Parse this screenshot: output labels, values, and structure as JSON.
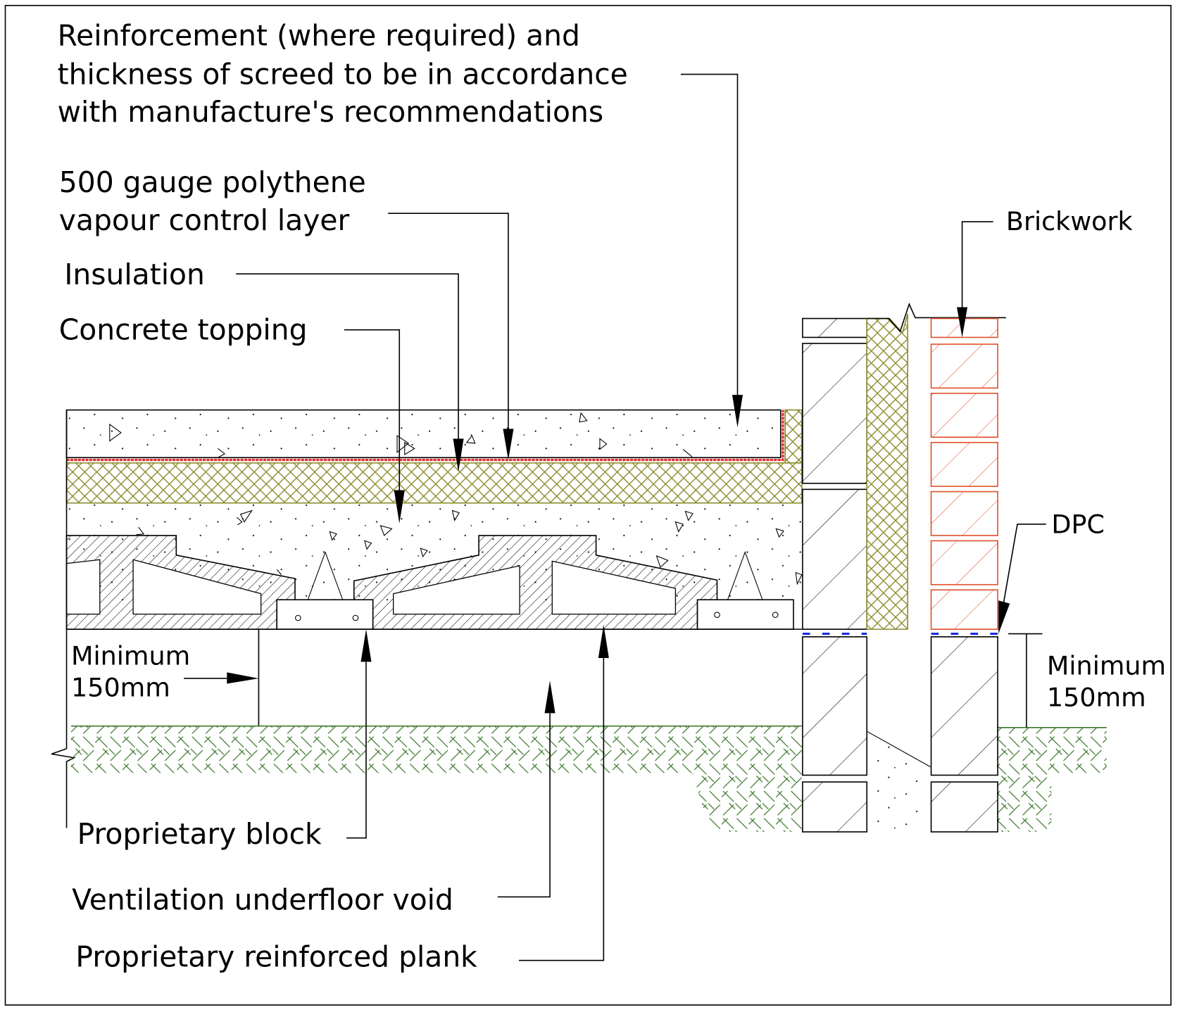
{
  "title": "Suspended beam and block ground floor detail",
  "colors": {
    "insulation": "#8b8b2e",
    "vcl": "#e03030",
    "brick": "#e0502a",
    "dpc": "#1a2ee0",
    "ground": "#3f7a2e",
    "line": "#000000"
  },
  "labels": {
    "reinforcement": [
      "Reinforcement (where required) and",
      "thickness of screed to be in accordance",
      "with manufacture's recommendations"
    ],
    "vcl": [
      "500 gauge polythene",
      "vapour control layer"
    ],
    "insulation": "Insulation",
    "concrete_topping": "Concrete topping",
    "brickwork": "Brickwork",
    "dpc": "DPC",
    "min_left": [
      "Minimum",
      "150mm"
    ],
    "min_right": [
      "Minimum",
      "150mm"
    ],
    "proprietary_block": "Proprietary block",
    "ventilation_void": "Ventilation underfloor void",
    "reinforced_plank": "Proprietary reinforced plank"
  }
}
